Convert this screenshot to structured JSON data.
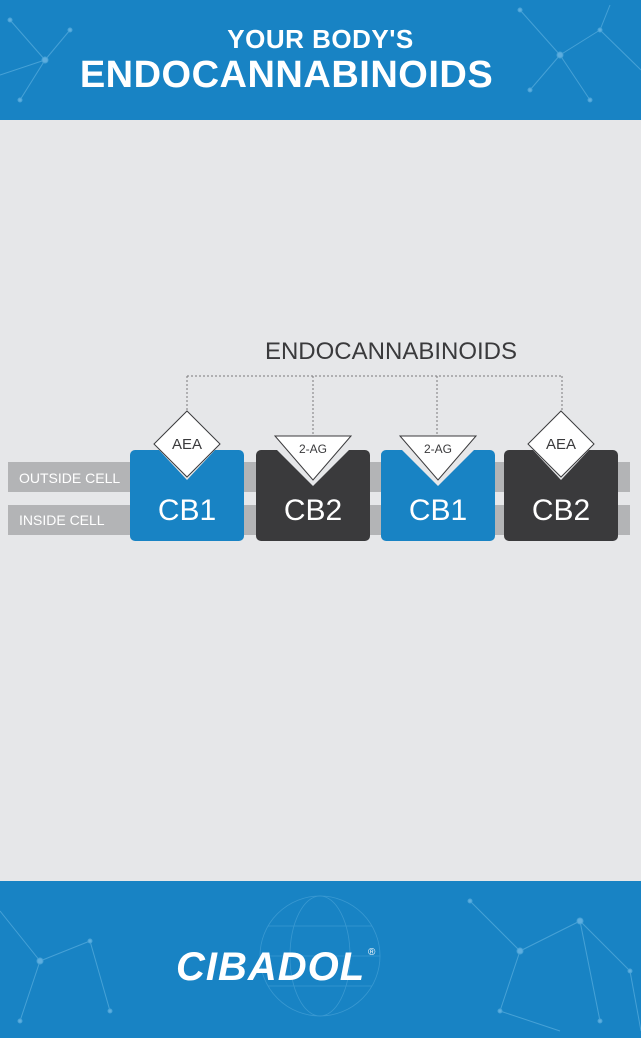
{
  "header": {
    "line1": "YOUR BODY'S",
    "line2": "ENDOCANNABINOIDS"
  },
  "diagram": {
    "title": "ENDOCANNABINOIDS",
    "outside_label": "OUTSIDE CELL",
    "inside_label": "INSIDE CELL",
    "receptors": [
      {
        "label": "CB1",
        "ligand": "AEA",
        "color": "#1883c4",
        "ligand_shape": "diamond"
      },
      {
        "label": "CB2",
        "ligand": "2-AG",
        "color": "#3a3a3c",
        "ligand_shape": "triangle"
      },
      {
        "label": "CB1",
        "ligand": "2-AG",
        "color": "#1883c4",
        "ligand_shape": "triangle"
      },
      {
        "label": "CB2",
        "ligand": "AEA",
        "color": "#3a3a3c",
        "ligand_shape": "diamond"
      }
    ]
  },
  "footer": {
    "brand": "CIBADOL",
    "registered": "®"
  },
  "colors": {
    "brand_blue": "#1883c4",
    "dark_receptor": "#3a3a3c",
    "background": "#e6e7e9",
    "membrane": "#b3b4b6"
  }
}
